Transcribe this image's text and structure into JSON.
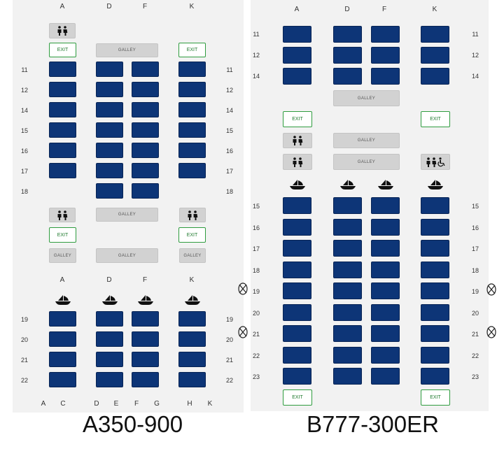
{
  "left": {
    "model": "A350-900",
    "top_columns": [
      "A",
      "D",
      "F",
      "K"
    ],
    "top_rows": [
      "11",
      "12",
      "14",
      "15",
      "16",
      "17",
      "18"
    ],
    "galley_label": "GALLEY",
    "exit_label": "EXIT",
    "mid_columns": [
      "A",
      "D",
      "F",
      "K"
    ],
    "bottom_rows": [
      "19",
      "20",
      "21",
      "22"
    ],
    "bottom_letters": [
      "A",
      "C",
      "D",
      "E",
      "F",
      "G",
      "H",
      "K"
    ]
  },
  "right": {
    "model": "B777-300ER",
    "columns": [
      "A",
      "D",
      "F",
      "K"
    ],
    "front_rows": [
      "11",
      "12",
      "14"
    ],
    "galley_label": "GALLEY",
    "exit_label": "EXIT",
    "main_rows": [
      "15",
      "16",
      "17",
      "18",
      "19",
      "20",
      "21",
      "22",
      "23"
    ]
  },
  "colors": {
    "seat": "#0d3577",
    "galley": "#d2d2d2",
    "exit_border": "#2f9c3f",
    "background": "#f2f2f2"
  }
}
